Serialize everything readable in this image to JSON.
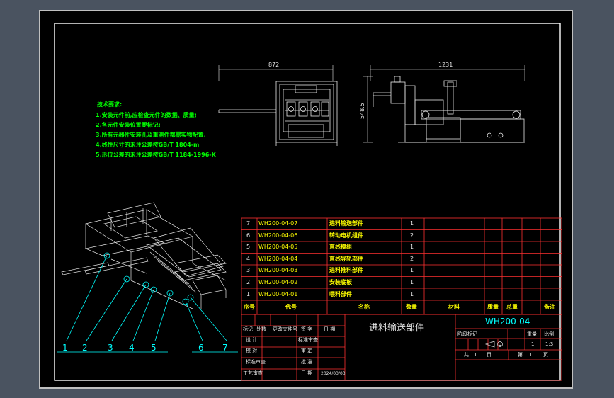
{
  "drawing": {
    "dimensions": {
      "front_width": "872",
      "side_width": "1231",
      "side_height": "548.5"
    },
    "tech_requirements": {
      "title": "技术要求:",
      "items": [
        "1.安装元件前,应检查元件的数据、质量;",
        "2.各元件安装位置要标记;",
        "3.所有元器件安装孔及重测件都需实物配置.",
        "4.线性尺寸的未注公差按GB/T 1804-m",
        "5.形位公差的未注公差按GB/T 1184-1996-K"
      ]
    },
    "balloons": [
      "1",
      "2",
      "3",
      "4",
      "5",
      "6",
      "7"
    ]
  },
  "bom": {
    "rows": [
      {
        "no": "7",
        "code": "WH200-04-07",
        "name": "进料输送部件",
        "qty": "1"
      },
      {
        "no": "6",
        "code": "WH200-04-06",
        "name": "转动电机组件",
        "qty": "2"
      },
      {
        "no": "5",
        "code": "WH200-04-05",
        "name": "直线模组",
        "qty": "1"
      },
      {
        "no": "4",
        "code": "WH200-04-04",
        "name": "直线导轨部件",
        "qty": "2"
      },
      {
        "no": "3",
        "code": "WH200-04-03",
        "name": "进料推料部件",
        "qty": "1"
      },
      {
        "no": "2",
        "code": "WH200-04-02",
        "name": "安装底板",
        "qty": "1"
      },
      {
        "no": "1",
        "code": "WH200-04-01",
        "name": "喂料部件",
        "qty": "1"
      }
    ],
    "headers": {
      "no": "序号",
      "code": "代号",
      "name": "名称",
      "qty": "数量",
      "material": "材料",
      "mass_single": "质量",
      "mass_total": "总重",
      "remark": "备注"
    }
  },
  "title_block": {
    "drawing_no": "WH200-04",
    "part_name": "进料输送部件",
    "rev_row": {
      "mark": "标记",
      "count": "处数",
      "change_doc": "更改文件号",
      "sign": "签 字",
      "date": "日 期"
    },
    "labels": {
      "design": "设 计",
      "standardize": "标准审查",
      "check": "校 对",
      "review": "审 定",
      "approve": "批 准",
      "craft": "工艺审查",
      "date_label": "日 期"
    },
    "design_date": "2024/03/03",
    "stage": {
      "mark": "阶段标记",
      "weight": "重量",
      "scale": "比例",
      "scale_value": "1:3",
      "weight_value": "1"
    },
    "sheets": {
      "total_prefix": "共",
      "total": "1",
      "total_suffix": "页",
      "current_prefix": "第",
      "current": "1",
      "current_suffix": "页"
    }
  }
}
